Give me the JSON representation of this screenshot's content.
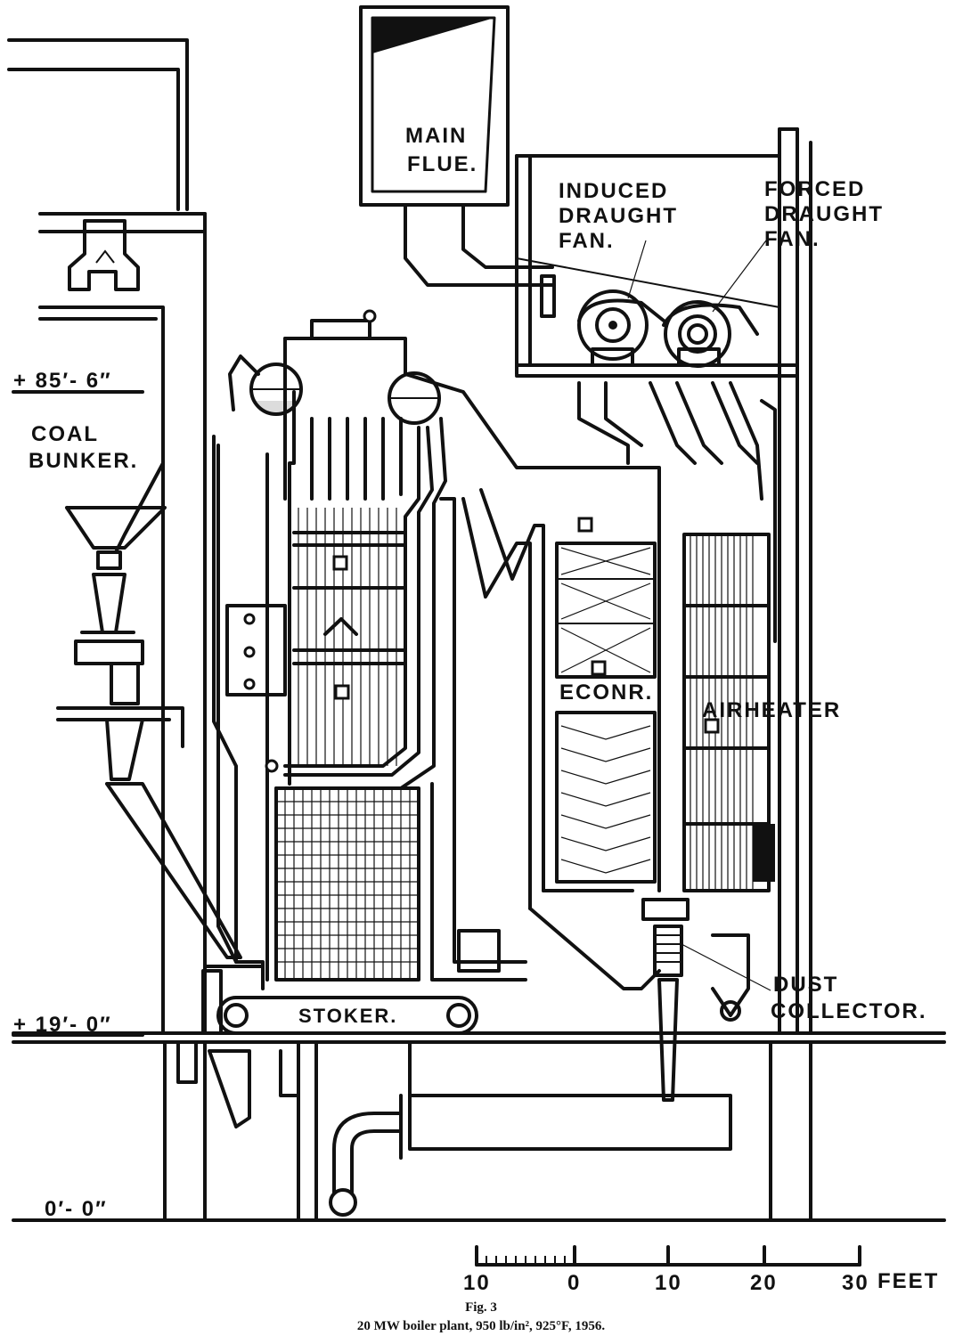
{
  "labels": {
    "main_flue_1": "MAIN",
    "main_flue_2": "FLUE.",
    "induced_1": "INDUCED",
    "induced_2": "DRAUGHT",
    "induced_3": "FAN.",
    "forced_1": "FORCED",
    "forced_2": "DRAUGHT",
    "forced_3": "FAN.",
    "coal_1": "COAL",
    "coal_2": "BUNKER.",
    "econ": "ECONR.",
    "airheater": "AIRHEATER",
    "dust_1": "DUST",
    "dust_2": "COLLECTOR.",
    "stoker": "STOKER."
  },
  "levels": {
    "upper": "+ 85′- 6″",
    "middle": "+ 19′- 0″",
    "ground": "0′- 0″"
  },
  "scale": {
    "ticks": [
      "10",
      "0",
      "10",
      "20",
      "30"
    ],
    "unit": "FEET"
  },
  "caption": {
    "fig": "Fig.  3",
    "text": "20 MW boiler plant, 950 lb/in², 925°F, 1956."
  }
}
